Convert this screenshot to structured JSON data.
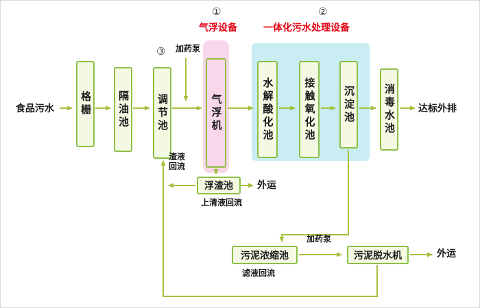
{
  "labels": {
    "influent": "食品污水",
    "discharge": "达标外排",
    "circle_1": "①",
    "circle_2": "②",
    "circle_3": "③",
    "flotation_equipment_title": "气浮设备",
    "integrated_equipment_title": "一体化污水处理设备",
    "dosing_pump_top": "加药泵",
    "dosing_pump_bottom": "加药泵",
    "residue_return": "渣液回流",
    "supernatant_return": "上清液回流",
    "filtrate_return": "滤液回流",
    "outbound_scum": "外运",
    "outbound_sludge": "外运"
  },
  "boxes": {
    "bar_screen": "格栅",
    "oil_separation_tank": "隔油池",
    "regulating_tank": "调节池",
    "air_flotation_machine": "气浮机",
    "hydrolysis_acidification_tank": "水解酸化池",
    "contact_oxidation_tank": "接触氧化池",
    "sedimentation_tank": "沉淀池",
    "disinfection_tank": "消毒水池",
    "scum_tank": "浮渣池",
    "sludge_thickening_tank": "污泥浓缩池",
    "sludge_dewatering_machine": "污泥脱水机"
  },
  "colors": {
    "line": "#a3c13d",
    "box_border": "#8cbf45",
    "box_fill": "#f3f9e3",
    "pink_fill": "#f9d7ea",
    "blue_region": "#c9edf3",
    "red_text": "#e60012",
    "text": "#1a1a1a"
  }
}
